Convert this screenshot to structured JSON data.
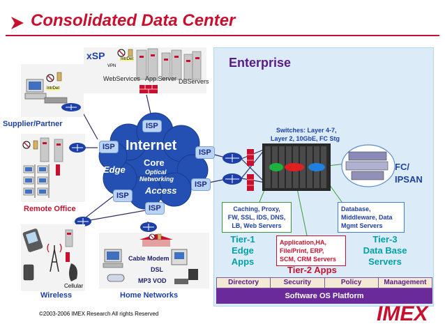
{
  "title": "Consolidated Data Center",
  "xsp": {
    "label": "xSP",
    "intrdet": "IntrDet",
    "vpn": "VPN",
    "servers": [
      "WebServices",
      "App.Server",
      "DBServers"
    ]
  },
  "supplier": {
    "label": "Supplier/Partner",
    "intrdet": "IntrDet"
  },
  "remote_office": {
    "label": "Remote Office"
  },
  "wireless": {
    "label": "Wireless",
    "cellular": "Cellular"
  },
  "home_networks": {
    "label": "Home Networks",
    "cable_modem": "Cable Modem",
    "dsl": "DSL",
    "mp3_vod": "MP3  VOD"
  },
  "internet": {
    "title": "Internet",
    "core": "Core",
    "optical": "Optical",
    "networking": "Networking",
    "edge": "Edge",
    "access": "Access",
    "isp": "ISP"
  },
  "enterprise": {
    "label": "Enterprise",
    "switches": [
      "Switches: Layer 4-7,",
      "Layer 2, 10GbE,  FC Stg"
    ],
    "fc_ipsan": [
      "FC/",
      "IPSAN"
    ],
    "caching_box": [
      "Caching, Proxy,",
      "FW, SSL, IDS, DNS,",
      "LB, Web Servers"
    ],
    "database_box": [
      "Database,",
      "Middleware, Data",
      "Mgmt Servers"
    ],
    "application_box": [
      "Application,HA,",
      "File/Print, ERP,",
      "SCM, CRM Servers"
    ],
    "tier1": [
      "Tier-1",
      "Edge",
      "Apps"
    ],
    "tier2": "Tier-2 Apps",
    "tier3": [
      "Tier-3",
      "Data Base",
      "Servers"
    ],
    "management_row": [
      "Directory",
      "Security",
      "Policy",
      "Management"
    ],
    "os_platform": "Software OS Platform"
  },
  "copyright": "©2003-2006  IMEX Research All rights Reserved",
  "logo": "IMEX",
  "colors": {
    "title_red": "#c8102e",
    "cloud_blue": "#2450b4",
    "enterprise_bg": "#dbecf8",
    "os_purple": "#6a2a9a",
    "tier_teal": "#00a0a8"
  }
}
